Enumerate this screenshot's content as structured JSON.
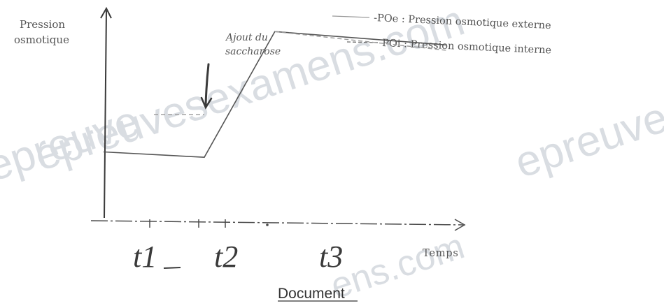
{
  "chart_data": {
    "type": "line",
    "ylabel": "Pression\nosmotique",
    "xlabel": "Temps",
    "x_ticks": [
      "t1",
      "t2",
      "t3"
    ],
    "annotation": "Ajout du\nsaccharose",
    "grid": false,
    "legend_position": "top-right",
    "legend": [
      {
        "label": "-POe : Pression osmotique externe",
        "style": "solid"
      },
      {
        "label": "POi : Pression osmotique interne",
        "style": "dashed"
      }
    ],
    "series": [
      {
        "name": "POe",
        "style": "solid",
        "x": [
          0,
          1,
          1.7,
          3.4
        ],
        "y": [
          0.5,
          0.48,
          0.95,
          0.9
        ]
      },
      {
        "name": "POi",
        "style": "dashed",
        "x": [
          0.5,
          1
        ],
        "y": [
          0.64,
          0.64
        ]
      },
      {
        "name": "POi",
        "style": "dashed",
        "x": [
          1.7,
          3.4
        ],
        "y": [
          0.95,
          0.88
        ]
      }
    ]
  },
  "caption": "Document",
  "watermark": {
    "texts": [
      "epreuvesexamens.com",
      "epreuve",
      "epreuve",
      "ens.com"
    ]
  },
  "colors": {
    "axis": "#3a3a3a",
    "line": "#555555",
    "dashed": "#9a9a9a"
  }
}
